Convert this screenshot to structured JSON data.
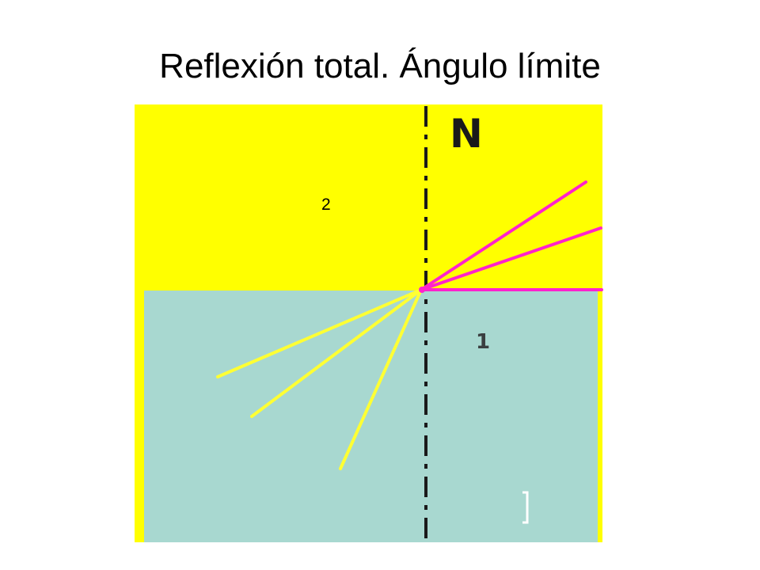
{
  "title": "Reflexión total. Ángulo límite",
  "diagram": {
    "normal_label": "N",
    "medium_top_label": "2",
    "medium_bottom_label": "1",
    "colors": {
      "medium_top": "#ffff00",
      "medium_bottom": "#a8d8d0",
      "incident_rays": "#ffff33",
      "refracted_rays": "#ff22cc",
      "normal_line": "#1a1a1a"
    }
  }
}
